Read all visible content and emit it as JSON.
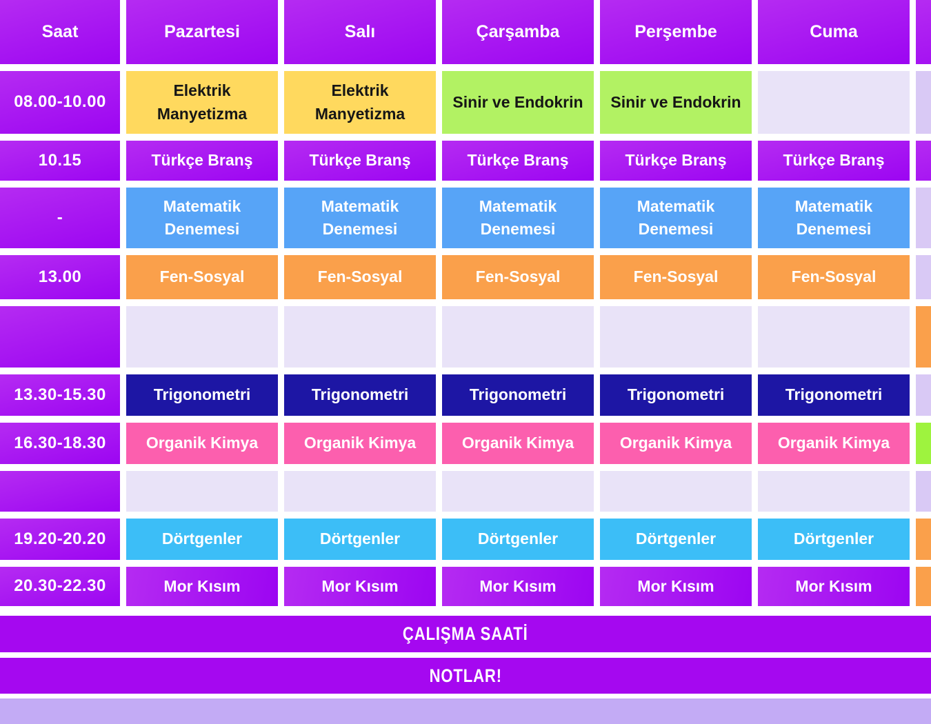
{
  "colors": {
    "purple_light": "#b52bf2",
    "purple_dark": "#9c05f2",
    "yellow": "#ffd95e",
    "green": "#b2f263",
    "green_bright": "#9ef33e",
    "blue": "#57a4f7",
    "orange": "#faa04b",
    "navy": "#1d16a4",
    "pink": "#fc5fae",
    "lightblue": "#3cbef7",
    "lavender": "#e9e3f8",
    "lavender_dark": "#d9c9f5",
    "banner_purple": "#a508f0",
    "bottom_bar": "#c3abf5",
    "text_dark": "#161616",
    "text_light": "#ffffff"
  },
  "table": {
    "header": {
      "time_label": "Saat",
      "days": [
        "Pazartesi",
        "Salı",
        "Çarşamba",
        "Perşembe",
        "Cuma"
      ]
    },
    "rows": [
      {
        "time": "08.00-10.00",
        "cells": [
          {
            "text": "Elektrik Manyetizma",
            "color": "yellow"
          },
          {
            "text": "Elektrik Manyetizma",
            "color": "yellow"
          },
          {
            "text": "Sinir ve Endokrin",
            "color": "green"
          },
          {
            "text": "Sinir ve Endokrin",
            "color": "green"
          },
          {
            "text": "",
            "color": "lavender"
          }
        ],
        "extra": "lavender_dark"
      },
      {
        "time": "10.15",
        "cells": [
          {
            "text": "Türkçe Branş",
            "color": "purple"
          },
          {
            "text": "Türkçe Branş",
            "color": "purple"
          },
          {
            "text": "Türkçe Branş",
            "color": "purple"
          },
          {
            "text": "Türkçe Branş",
            "color": "purple"
          },
          {
            "text": "Türkçe Branş",
            "color": "purple"
          }
        ],
        "extra": "purple"
      },
      {
        "time": "-",
        "cells": [
          {
            "text": "Matematik Denemesi",
            "color": "blue"
          },
          {
            "text": "Matematik Denemesi",
            "color": "blue"
          },
          {
            "text": "Matematik Denemesi",
            "color": "blue"
          },
          {
            "text": "Matematik Denemesi",
            "color": "blue"
          },
          {
            "text": "Matematik Denemesi",
            "color": "blue"
          }
        ],
        "extra": "lavender_dark"
      },
      {
        "time": "13.00",
        "cells": [
          {
            "text": "Fen-Sosyal",
            "color": "orange"
          },
          {
            "text": "Fen-Sosyal",
            "color": "orange"
          },
          {
            "text": "Fen-Sosyal",
            "color": "orange"
          },
          {
            "text": "Fen-Sosyal",
            "color": "orange"
          },
          {
            "text": "Fen-Sosyal",
            "color": "orange"
          }
        ],
        "extra": "lavender_dark"
      },
      {
        "time": "",
        "cells": [
          {
            "text": "",
            "color": "lavender"
          },
          {
            "text": "",
            "color": "lavender"
          },
          {
            "text": "",
            "color": "lavender"
          },
          {
            "text": "",
            "color": "lavender"
          },
          {
            "text": "",
            "color": "lavender"
          }
        ],
        "extra": "orange"
      },
      {
        "time": "13.30-15.30",
        "cells": [
          {
            "text": "Trigonometri",
            "color": "navy"
          },
          {
            "text": "Trigonometri",
            "color": "navy"
          },
          {
            "text": "Trigonometri",
            "color": "navy"
          },
          {
            "text": "Trigonometri",
            "color": "navy"
          },
          {
            "text": "Trigonometri",
            "color": "navy"
          }
        ],
        "extra": "lavender_dark"
      },
      {
        "time": "16.30-18.30",
        "cells": [
          {
            "text": "Organik Kimya",
            "color": "pink"
          },
          {
            "text": "Organik Kimya",
            "color": "pink"
          },
          {
            "text": "Organik Kimya",
            "color": "pink"
          },
          {
            "text": "Organik Kimya",
            "color": "pink"
          },
          {
            "text": "Organik Kimya",
            "color": "pink"
          }
        ],
        "extra": "green_bright"
      },
      {
        "time": "",
        "cells": [
          {
            "text": "",
            "color": "lavender"
          },
          {
            "text": "",
            "color": "lavender"
          },
          {
            "text": "",
            "color": "lavender"
          },
          {
            "text": "",
            "color": "lavender"
          },
          {
            "text": "",
            "color": "lavender"
          }
        ],
        "extra": "lavender_dark"
      },
      {
        "time": "19.20-20.20",
        "cells": [
          {
            "text": "Dörtgenler",
            "color": "lightblue"
          },
          {
            "text": "Dörtgenler",
            "color": "lightblue"
          },
          {
            "text": "Dörtgenler",
            "color": "lightblue"
          },
          {
            "text": "Dörtgenler",
            "color": "lightblue"
          },
          {
            "text": "Dörtgenler",
            "color": "lightblue"
          }
        ],
        "extra": "orange"
      },
      {
        "time": "20.30-22.30",
        "cells": [
          {
            "text": "Mor Kısım",
            "color": "morpurple"
          },
          {
            "text": "Mor Kısım",
            "color": "morpurple"
          },
          {
            "text": "Mor Kısım",
            "color": "morpurple"
          },
          {
            "text": "Mor Kısım",
            "color": "morpurple"
          },
          {
            "text": "Mor Kısım",
            "color": "morpurple"
          }
        ],
        "extra": "orange"
      }
    ]
  },
  "banners": [
    {
      "label": "ÇALIŞMA SAATİ"
    },
    {
      "label": "NOTLAR!"
    }
  ]
}
